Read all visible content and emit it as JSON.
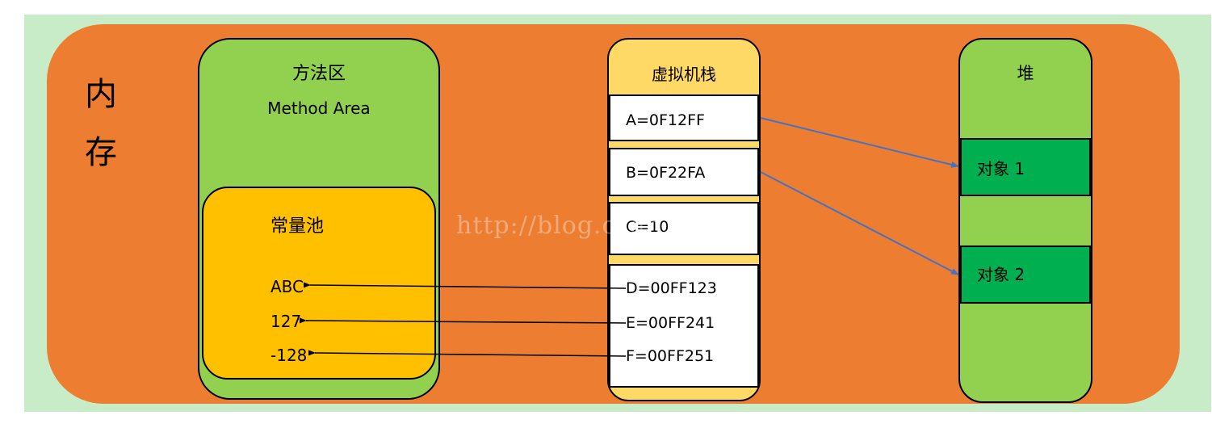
{
  "memory": {
    "label_line1": "内",
    "label_line2": "存"
  },
  "method_area": {
    "title": "方法区",
    "subtitle": "Method Area",
    "constant_pool": {
      "title": "常量池",
      "items": [
        "ABC",
        "127",
        "-128"
      ]
    }
  },
  "stack": {
    "title": "虚拟机栈",
    "cells": [
      "A=0F12FF",
      "B=0F22FA",
      "C=10",
      "D=00FF123",
      "E=00FF241",
      "F=00FF251"
    ]
  },
  "heap": {
    "title": "堆",
    "objects": [
      "对象 1",
      "对象 2"
    ]
  },
  "watermark": "http://blog.csdn.net/",
  "colors": {
    "memory": "#ed7d31",
    "method_area": "#92d050",
    "constant_pool": "#ffc000",
    "stack": "#ffd966",
    "heap_object": "#00b050",
    "pointer_arrow": "#4472c4",
    "reference_arrow": "#000000"
  }
}
